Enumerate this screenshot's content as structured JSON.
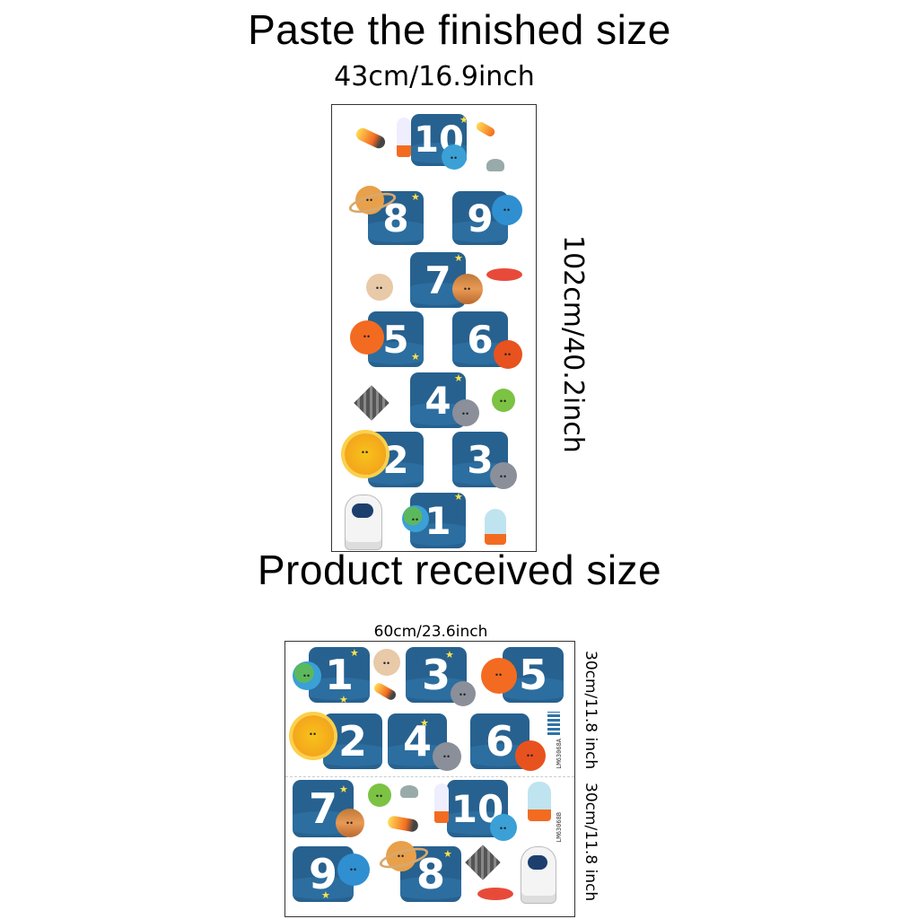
{
  "finished": {
    "title": "Paste the finished size",
    "width_label": "43cm/16.9inch",
    "height_label": "102cm/40.2inch",
    "tiles": [
      "10",
      "8",
      "9",
      "7",
      "5",
      "6",
      "4",
      "2",
      "3",
      "1"
    ]
  },
  "received": {
    "title": "Product received size",
    "width_label": "60cm/23.6inch",
    "height_label_a": "30cm/11.8 inch",
    "height_label_b": "30cm/11.8 inch",
    "sheet_code_a": "LM63068A",
    "sheet_code_b": "LM63068B",
    "tiles": [
      "1",
      "3",
      "5",
      "2",
      "4",
      "6",
      "7",
      "10",
      "9",
      "8"
    ]
  },
  "colors": {
    "tile": "#27618f",
    "star": "#ffe14a",
    "sun": "#f7a21b",
    "planet_orange": "#e8781e",
    "planet_blue": "#3aa0d6",
    "planet_gray": "#8a8f9a",
    "earth_green": "#5cb85c"
  }
}
